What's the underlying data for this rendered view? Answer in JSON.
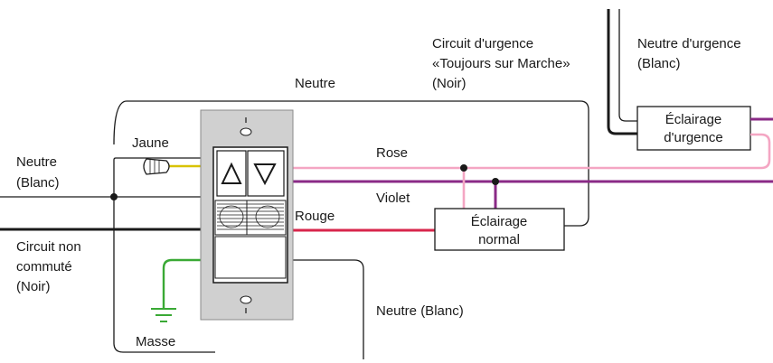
{
  "labels": {
    "neutre_top": "Neutre",
    "neutre_blanc_left_1": "Neutre",
    "neutre_blanc_left_2": "(Blanc)",
    "circuit_non_1": "Circuit non",
    "circuit_non_2": "commuté",
    "circuit_non_3": "(Noir)",
    "circuit_urgence_1": "Circuit d'urgence",
    "circuit_urgence_2": "«Toujours sur Marche»",
    "circuit_urgence_3": "(Noir)",
    "neutre_urgence_1": "Neutre d'urgence",
    "neutre_urgence_2": "(Blanc)",
    "jaune": "Jaune",
    "rose": "Rose",
    "violet": "Violet",
    "rouge": "Rouge",
    "masse": "Masse",
    "neutre_blanc_bottom": "Neutre (Blanc)"
  },
  "boxes": {
    "eclairage_urgence_1": "Éclairage",
    "eclairage_urgence_2": "d'urgence",
    "eclairage_normal_1": "Éclairage",
    "eclairage_normal_2": "normal"
  },
  "switch": {
    "up_symbol": "▲",
    "down_symbol": "▼"
  },
  "colors": {
    "rose": "#f4a6c3",
    "violet": "#8a2a86",
    "rouge": "#d8264b",
    "jaune": "#d8c200",
    "masse": "#3aa935",
    "noir": "#1a1a1a"
  }
}
